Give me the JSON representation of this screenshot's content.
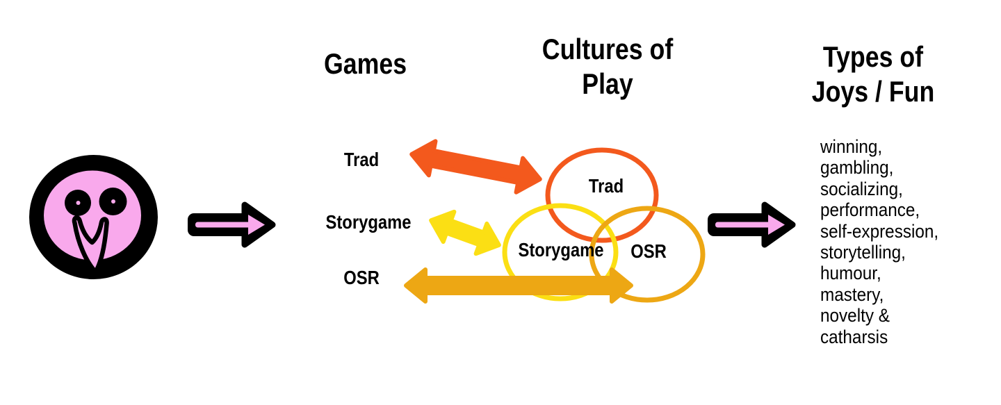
{
  "page": {
    "background": "#ffffff"
  },
  "colors": {
    "ink": "#000000",
    "pink": "#F9A9EC",
    "orange": "#F3591D",
    "yellow": "#FBDF14",
    "gold": "#EDA714"
  },
  "games": {
    "title": "Games",
    "items": [
      "Trad",
      "Storygame",
      "OSR"
    ]
  },
  "cultures": {
    "title": "Cultures of\nPlay",
    "circles": [
      "Trad",
      "Storygame",
      "OSR"
    ]
  },
  "joys": {
    "title": "Types of\nJoys / Fun",
    "lines": [
      "winning,",
      "gambling,",
      "socializing,",
      "performance,",
      "self-expression,",
      "storytelling,",
      "humour,",
      "mastery,",
      "novelty &",
      "catharsis"
    ]
  },
  "icons": {
    "face": "smiley-face-icon",
    "flow_arrow": "right-arrow-icon",
    "exchange_arrow": "double-headed-arrow-icon"
  }
}
